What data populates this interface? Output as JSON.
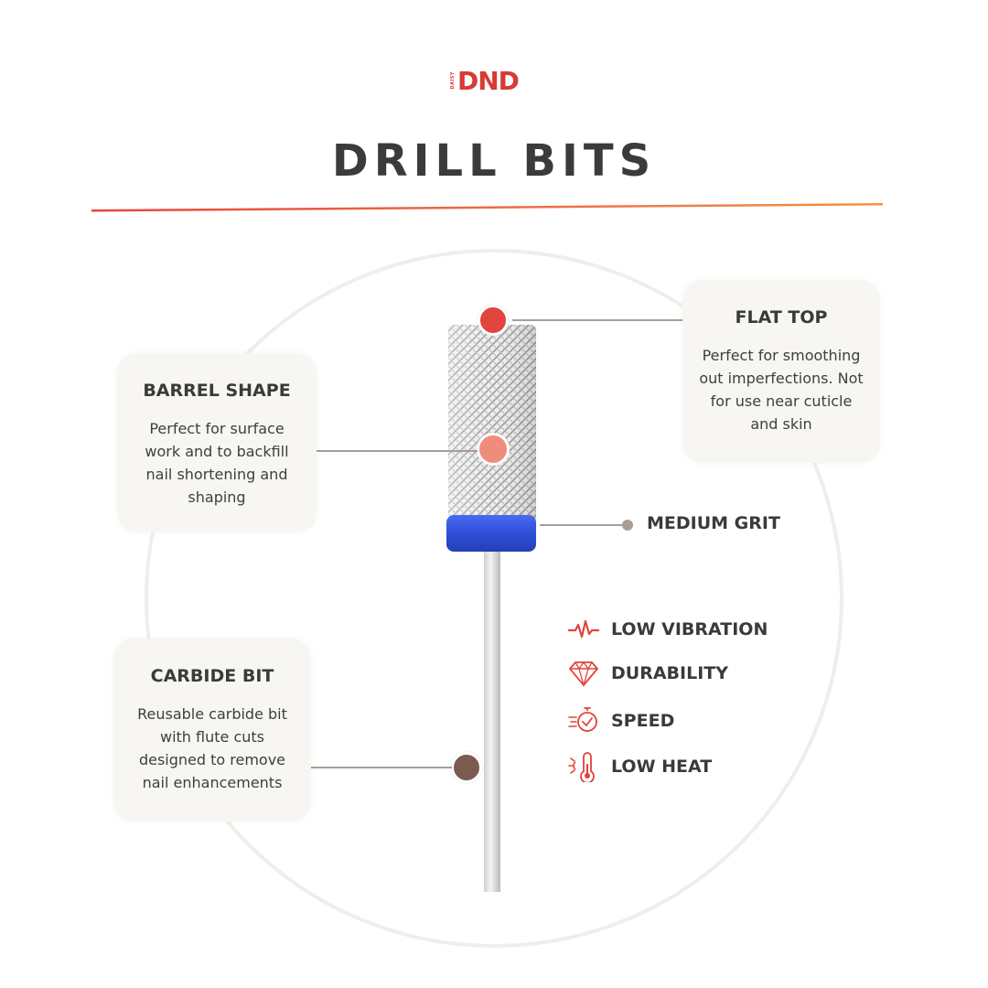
{
  "brand": {
    "small": "DAISY",
    "name": "DND",
    "color": "#d83a34"
  },
  "title": "DRILL BITS",
  "accent_colors": {
    "divider_start": "#e8453c",
    "divider_end": "#f0924c",
    "icon": "#e0443b",
    "connector": "#a69e97"
  },
  "cards": {
    "flat_top": {
      "heading": "FLAT TOP",
      "text": "Perfect for smoothing out imperfections. Not for use near cuticle and skin",
      "marker_color": "#e2443e"
    },
    "barrel_shape": {
      "heading": "BARREL SHAPE",
      "text": "Perfect for surface work and to backfill nail shortening and shaping",
      "marker_color": "#ef8c7c"
    },
    "carbide_bit": {
      "heading": "CARBIDE BIT",
      "text": "Reusable carbide bit with flute cuts designed to remove nail enhancements",
      "marker_color": "#7b5a4f"
    }
  },
  "grit": {
    "label": "MEDIUM GRIT",
    "band_color": "#2e4fd6"
  },
  "features": [
    {
      "label": "LOW VIBRATION",
      "icon": "vibration-wave-icon"
    },
    {
      "label": "DURABILITY",
      "icon": "diamond-icon"
    },
    {
      "label": "SPEED",
      "icon": "speed-stopwatch-icon"
    },
    {
      "label": "LOW HEAT",
      "icon": "thermometer-icon"
    }
  ]
}
